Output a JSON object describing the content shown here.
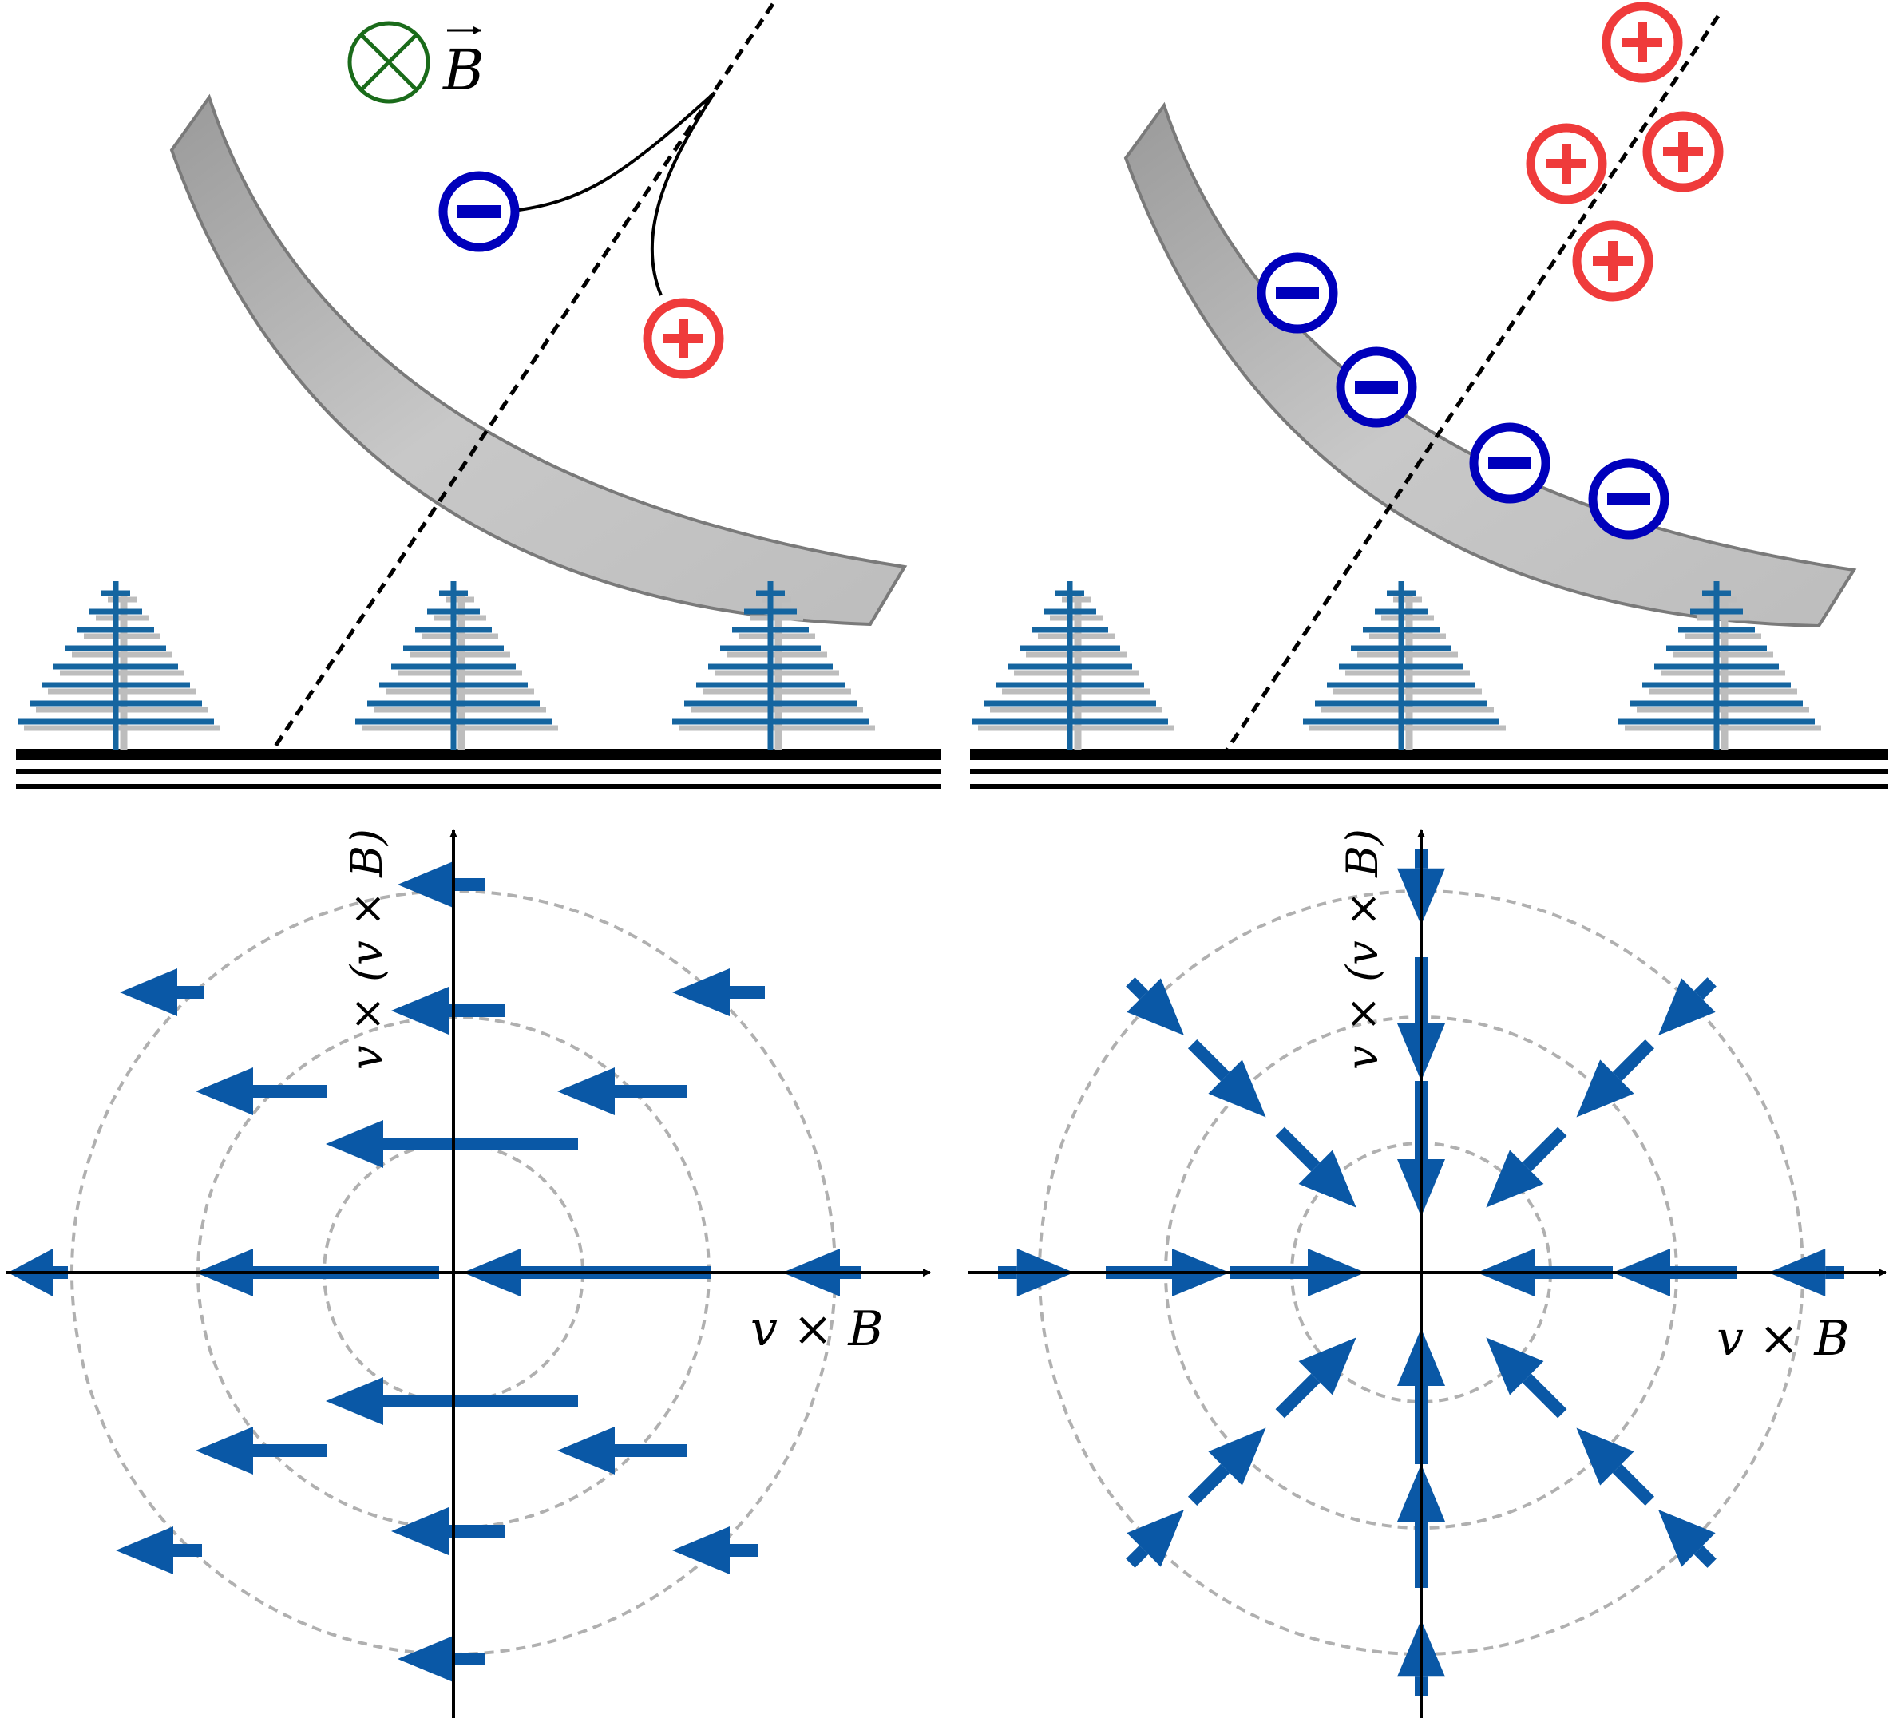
{
  "labels": {
    "b_field": "B",
    "x_axis": "v × B",
    "y_axis": "v × (v × B)",
    "minus": "−",
    "plus": "+"
  },
  "colors": {
    "arrow": "#0a58a6",
    "negative_charge": "#0000bb",
    "positive_charge": "#ef3b3b",
    "b_symbol": "#1a6b1a",
    "shower_front": "#bdbdbd",
    "tree": "#1565a0",
    "guide_circle": "#b0b0b0"
  },
  "icons": {
    "b_field_symbol": "circled-cross-icon",
    "tree": "antenna-tree-icon"
  }
}
